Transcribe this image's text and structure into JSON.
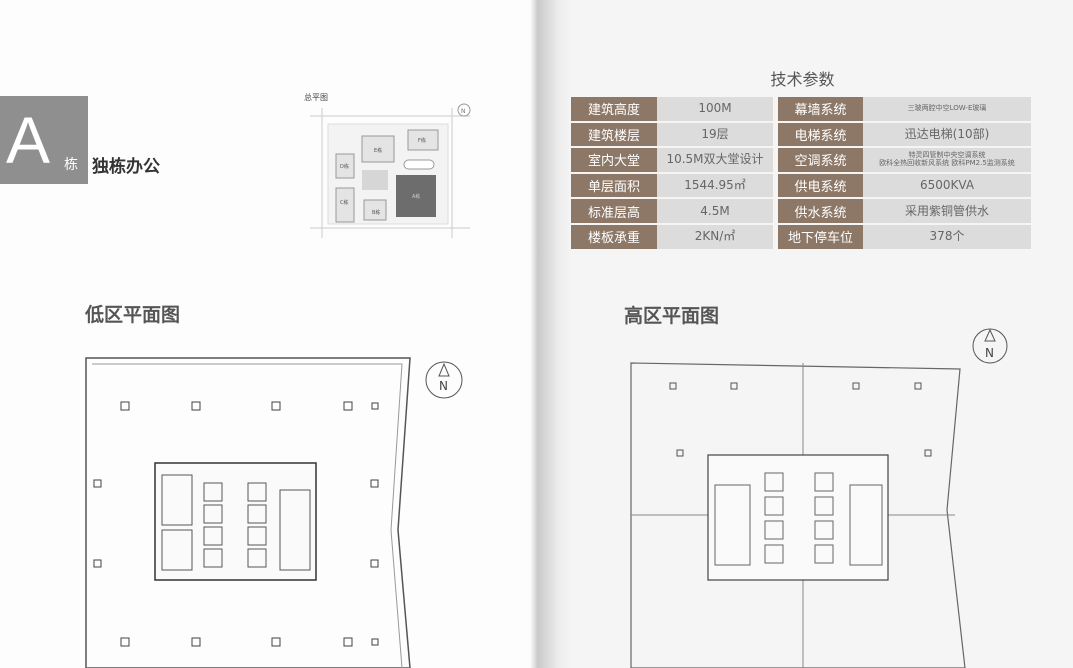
{
  "left_page": {
    "building_letter": "A",
    "building_suffix": "栋",
    "building_name": "独栋办公",
    "site_plan": {
      "title": "总平图",
      "blocks": [
        "A栋",
        "B栋",
        "C栋",
        "D栋",
        "E栋",
        "F栋"
      ],
      "north": "N"
    },
    "low_zone_title": "低区平面图",
    "north": "N"
  },
  "right_page": {
    "tech_title": "技术参数",
    "left_table": [
      {
        "label": "建筑高度",
        "value": "100M"
      },
      {
        "label": "建筑楼层",
        "value": "19层"
      },
      {
        "label": "室内大堂",
        "value": "10.5M双大堂设计"
      },
      {
        "label": "单层面积",
        "value": "1544.95㎡"
      },
      {
        "label": "标准层高",
        "value": "4.5M"
      },
      {
        "label": "楼板承重",
        "value": "2KN/㎡"
      }
    ],
    "right_table": [
      {
        "label": "幕墙系统",
        "value": "三玻两腔中空LOW-E玻璃"
      },
      {
        "label": "电梯系统",
        "value": "迅达电梯(10部)"
      },
      {
        "label": "空调系统",
        "value": "特灵四管制中央空调系统",
        "value2": "欧科全热回收新风系统 欧科PM2.5监测系统"
      },
      {
        "label": "供电系统",
        "value": "6500KVA"
      },
      {
        "label": "供水系统",
        "value": "采用紫铜管供水"
      },
      {
        "label": "地下停车位",
        "value": "378个"
      }
    ],
    "high_zone_title": "高区平面图",
    "north": "N"
  },
  "colors": {
    "label_bg": "#8d7868",
    "value_bg": "#dcdcdc",
    "badge_bg": "#8f8f8f"
  }
}
